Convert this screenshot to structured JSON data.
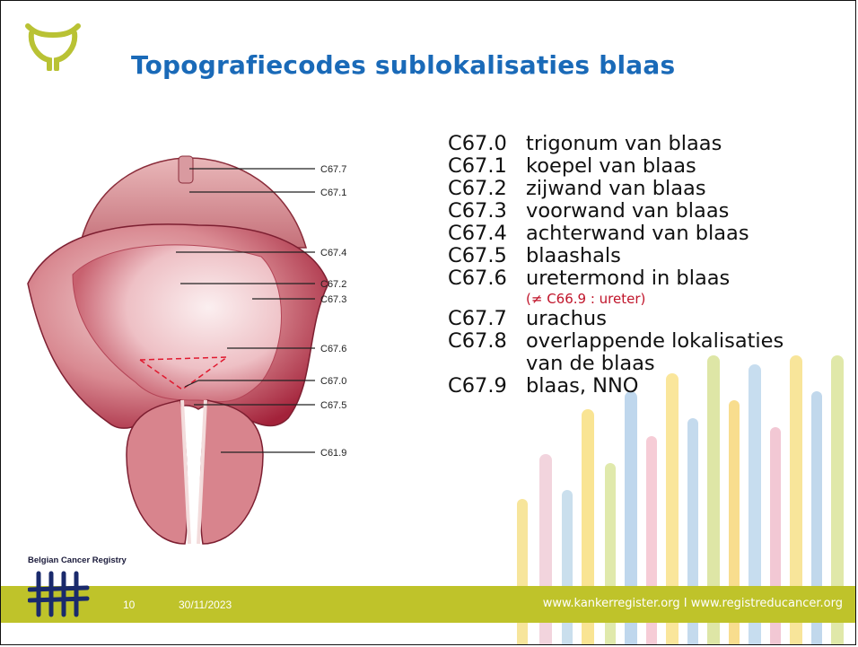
{
  "slide": {
    "title": "Topografiecodes sublokalisaties blaas",
    "page_number": "10",
    "date": "30/11/2023",
    "footer_urls": "www.kankerregister.org  I  www.registreducancer.org",
    "registry_name": "Belgian Cancer Registry",
    "accent_color": "#1a6ab8",
    "footer_color": "#bfc32a"
  },
  "icons": {
    "logo": "bladder-outline-icon",
    "registry_logo": "cancer-registry-tally-logo"
  },
  "diagram_labels": [
    "C67.7",
    "C67.1",
    "C67.4",
    "C67.2",
    "C67.3",
    "C67.6",
    "C67.0",
    "C67.5",
    "C61.9"
  ],
  "codes": [
    {
      "code": "C67.0",
      "desc": "trigonum van blaas"
    },
    {
      "code": "C67.1",
      "desc": "koepel van blaas"
    },
    {
      "code": "C67.2",
      "desc": "zijwand van blaas"
    },
    {
      "code": "C67.3",
      "desc": "voorwand van blaas"
    },
    {
      "code": "C67.4",
      "desc": "achterwand van blaas"
    },
    {
      "code": "C67.5",
      "desc": "blaashals"
    },
    {
      "code": "C67.6",
      "desc": "uretermond in blaas"
    },
    {
      "code": "",
      "desc": "(≠ C66.9 : ureter)",
      "note": true
    },
    {
      "code": "C67.7",
      "desc": "urachus"
    },
    {
      "code": "C67.8",
      "desc": "overlappende lokalisaties"
    },
    {
      "code": "",
      "desc": "van de blaas"
    },
    {
      "code": "C67.9",
      "desc": "blaas, NNO"
    }
  ]
}
